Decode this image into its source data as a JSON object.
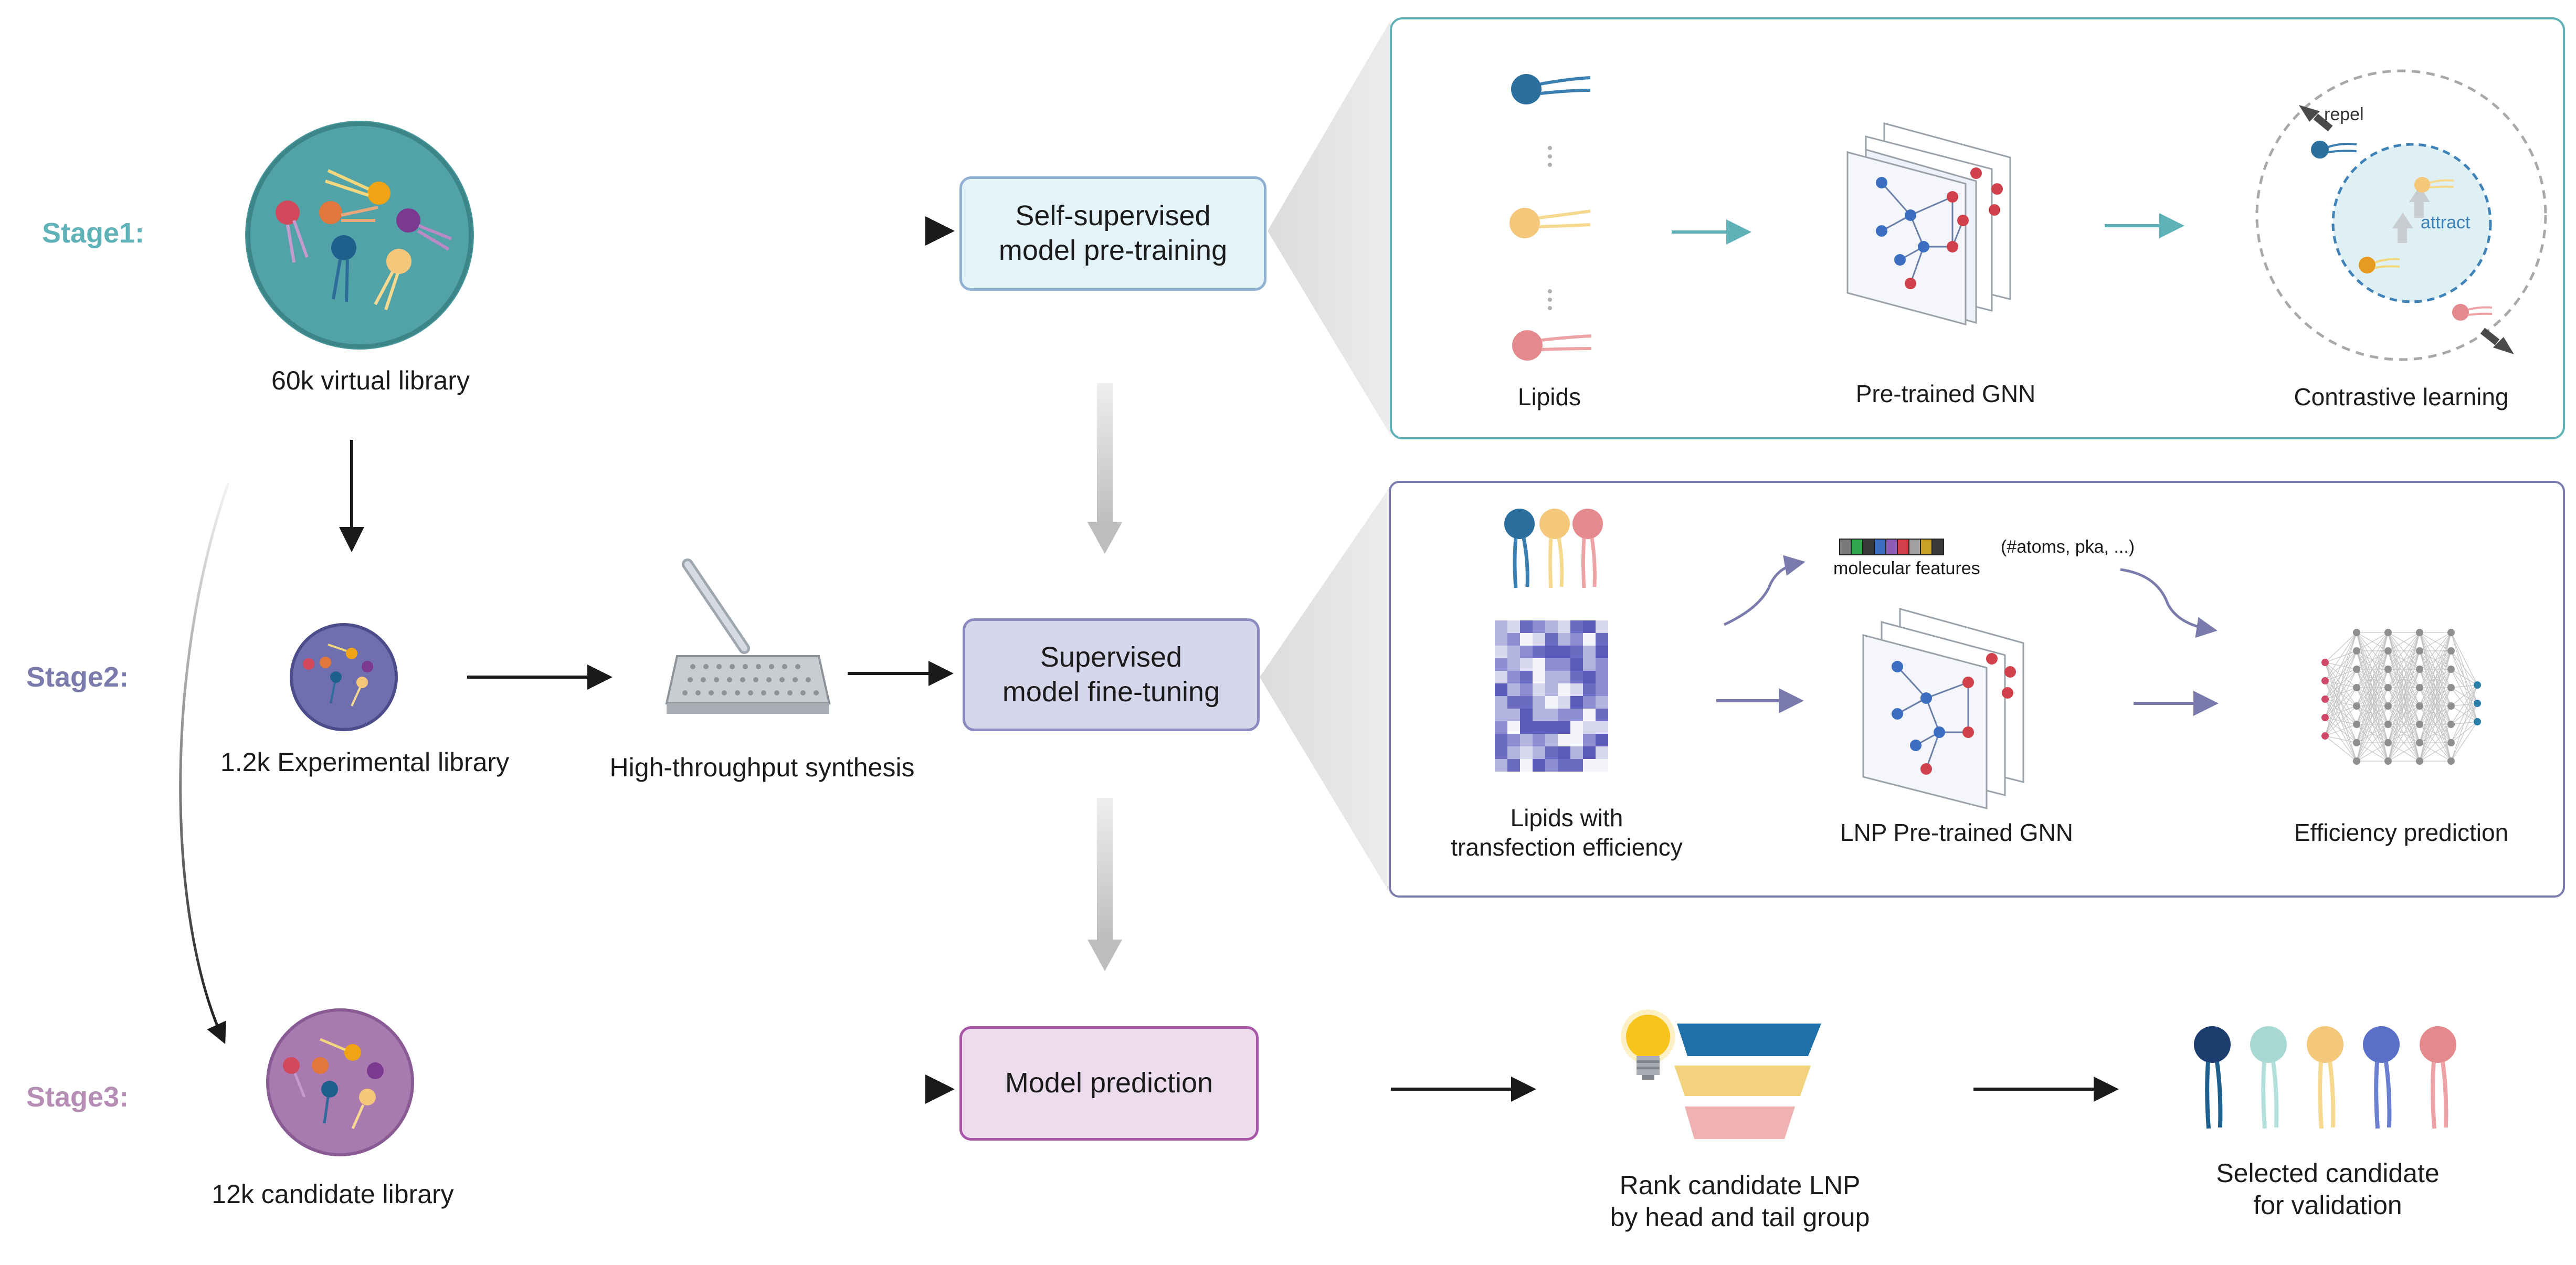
{
  "stages": {
    "stage1": "Stage1:",
    "stage2": "Stage2:",
    "stage3": "Stage3:"
  },
  "libraries": {
    "virtual": "60k virtual library",
    "experimental": "1.2k Experimental library",
    "candidate": "12k candidate library",
    "synthesis": "High-throughput synthesis"
  },
  "boxes": {
    "pretrain_line1": "Self-supervised",
    "pretrain_line2": "model pre-training",
    "finetune_line1": "Supervised",
    "finetune_line2": "model fine-tuning",
    "prediction": "Model prediction"
  },
  "panel1": {
    "lipids": "Lipids",
    "gnn": "Pre-trained GNN",
    "contrastive": "Contrastive learning",
    "repel": "repel",
    "attract": "attract"
  },
  "panel2": {
    "lipids_line1": "Lipids with",
    "lipids_line2": "transfection efficiency",
    "gnn": "LNP Pre-trained GNN",
    "efficiency": "Efficiency prediction",
    "features": "molecular features",
    "features_note": "(#atoms, pka, ...)"
  },
  "stage3_outputs": {
    "rank_line1": "Rank candidate LNP",
    "rank_line2": "by head and tail group",
    "selected_line1": "Selected candidate",
    "selected_line2": "for validation"
  },
  "colors": {
    "stage1": "#5fb2b8",
    "stage2": "#7a7aac",
    "stage3": "#b58db5",
    "box1_fill": "#e3f3f8",
    "box2_fill": "#d6d6ea",
    "box3_fill": "#ecdcee"
  }
}
